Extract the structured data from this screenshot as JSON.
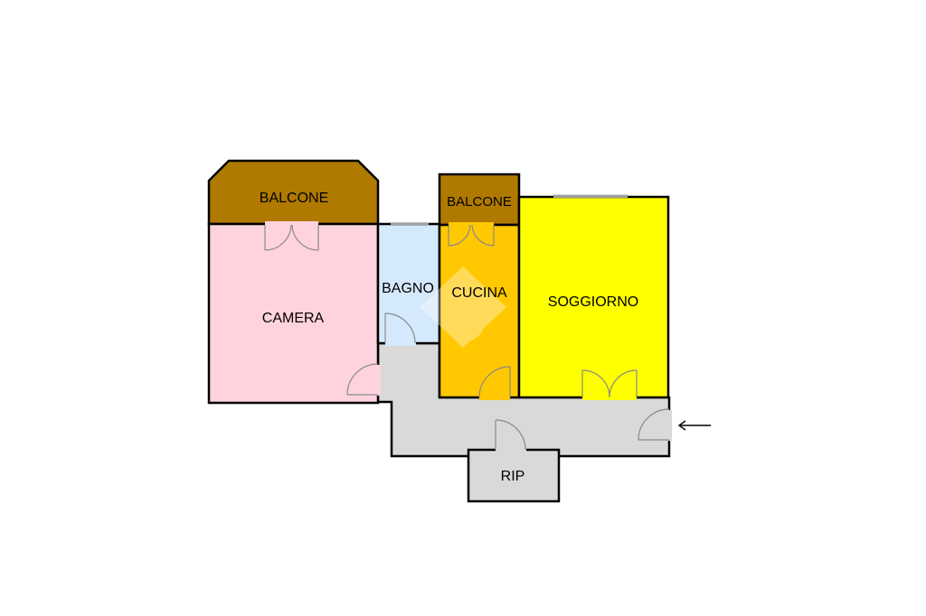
{
  "rooms": {
    "balcone_left": "BALCONE",
    "camera": "CAMERA",
    "bagno": "BAGNO",
    "balcone_right": "BALCONE",
    "cucina": "CUCINA",
    "soggiorno": "SOGGIORNO",
    "rip": "RIP"
  },
  "colors": {
    "balcone": "#b07a00",
    "camera": "#ffd3de",
    "bagno": "#d4e9fb",
    "cucina": "#ffc800",
    "soggiorno": "#ffff00",
    "corridor": "#d9d9d9",
    "rip": "#d9d9d9"
  },
  "icons": {
    "entrance": "arrow-left-icon",
    "watermark": "watermark-logo-icon"
  }
}
